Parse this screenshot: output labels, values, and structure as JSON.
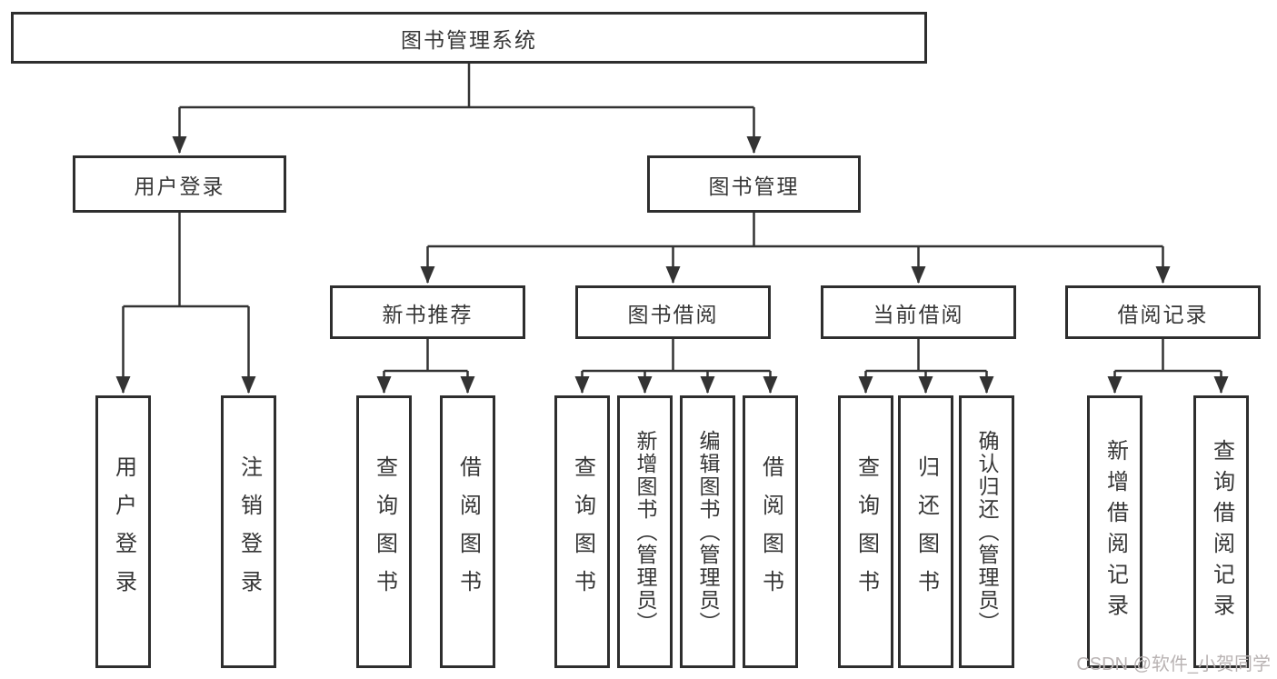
{
  "tree": {
    "label": "图书管理系统",
    "children": [
      {
        "label": "用户登录",
        "children": [
          {
            "label": "用户登录"
          },
          {
            "label": "注销登录"
          }
        ]
      },
      {
        "label": "图书管理",
        "children": [
          {
            "label": "新书推荐",
            "children": [
              {
                "label": "查询图书"
              },
              {
                "label": "借阅图书"
              }
            ]
          },
          {
            "label": "图书借阅",
            "children": [
              {
                "label": "查询图书"
              },
              {
                "label": "新增图书（管理员）"
              },
              {
                "label": "编辑图书（管理员）"
              },
              {
                "label": "借阅图书"
              }
            ]
          },
          {
            "label": "当前借阅",
            "children": [
              {
                "label": "查询图书"
              },
              {
                "label": "归还图书"
              },
              {
                "label": "确认归还（管理员）"
              }
            ]
          },
          {
            "label": "借阅记录",
            "children": [
              {
                "label": "新增借阅记录"
              },
              {
                "label": "查询借阅记录"
              }
            ]
          }
        ]
      }
    ]
  },
  "watermark": {
    "text": "CSDN @软件_小贺同学"
  },
  "colors": {
    "line": "#333333",
    "box_border": "#2e2e2e",
    "text": "#363636",
    "watermark": "#b9b3b3",
    "background": "#ffffff"
  }
}
